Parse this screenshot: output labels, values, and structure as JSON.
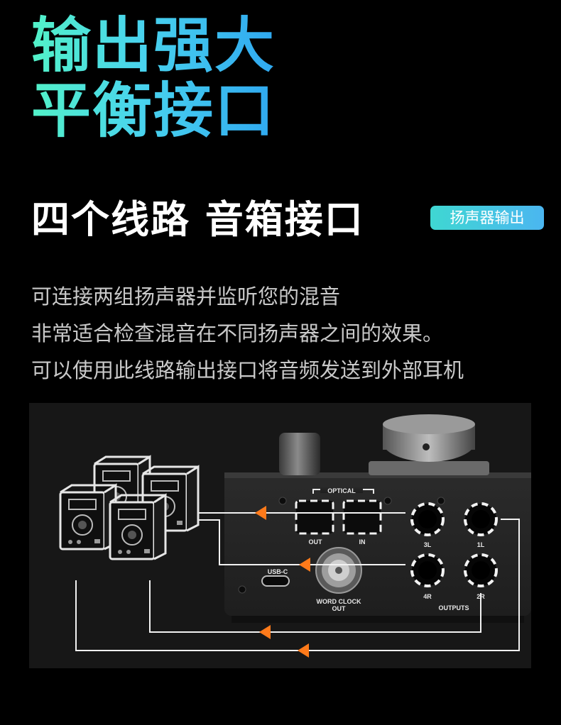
{
  "hero": {
    "line1": "输出强大",
    "line2": "平衡接口"
  },
  "section": {
    "title": "四个线路 音箱接口",
    "badge": "扬声器输出"
  },
  "description": {
    "line1": "可连接两组扬声器并监听您的混音",
    "line2": "非常适合检查混音在不同扬声器之间的效果。",
    "line3": "可以使用此线路输出接口将音频发送到外部耳机"
  },
  "device": {
    "optical_label": "OPTICAL",
    "optical_out": "OUT",
    "optical_in": "IN",
    "usb_label": "USB-C",
    "word_clock_line1": "WORD CLOCK",
    "word_clock_line2": "OUT",
    "jack_3l": "3L",
    "jack_1l": "1L",
    "jack_4r": "4R",
    "jack_2r": "2R",
    "outputs_label": "OUTPUTS"
  },
  "colors": {
    "accent_arrow": "#ff7a1a",
    "hero_gradient_start": "#52f2c8",
    "hero_gradient_end": "#2fa8f0",
    "badge_gradient": "#3fd7d2"
  },
  "icons": [
    "speaker-icon",
    "arrow-left-icon"
  ]
}
